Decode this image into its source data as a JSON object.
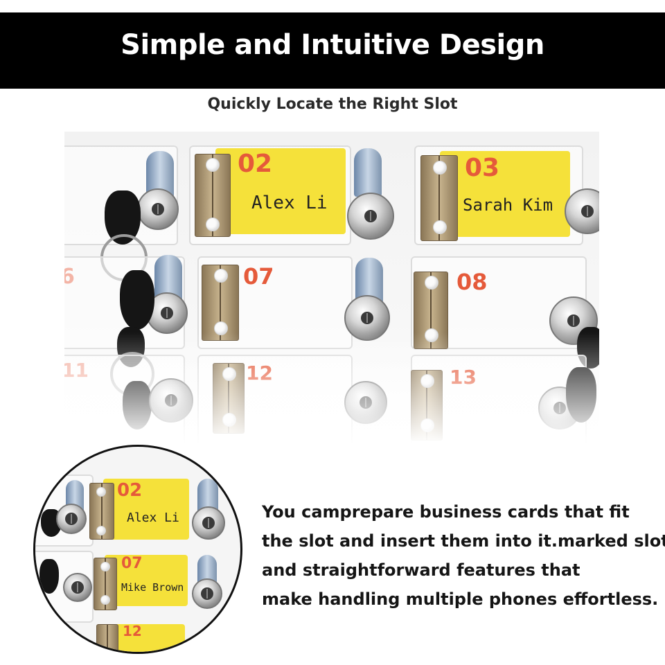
{
  "header": {
    "title": "Simple and Intuitive Design"
  },
  "subtitle": "Quickly Locate the Right Slot",
  "photo": {
    "slots": [
      {
        "number": "02",
        "name": "Alex Li"
      },
      {
        "number": "03",
        "name": "Sarah Kim"
      },
      {
        "number": "07",
        "name": ""
      },
      {
        "number": "08",
        "name": ""
      },
      {
        "number": "12",
        "name": ""
      },
      {
        "number": "13",
        "name": ""
      },
      {
        "number": "6",
        "name": ""
      },
      {
        "number": "11",
        "name": ""
      }
    ]
  },
  "zoom": {
    "slots": [
      {
        "number": "02",
        "name": "Alex Li"
      },
      {
        "number": "07",
        "name": "Mike Brown"
      },
      {
        "number": "12",
        "name": ""
      }
    ]
  },
  "description": {
    "lines": [
      "You camprepare business cards that fit",
      "the slot and insert them into it.marked slots",
      "and straightforward features that",
      "make handling multiple phones effortless."
    ]
  },
  "colors": {
    "banner": "#000000",
    "card": "#f5e13a",
    "number": "#e55a3a"
  }
}
